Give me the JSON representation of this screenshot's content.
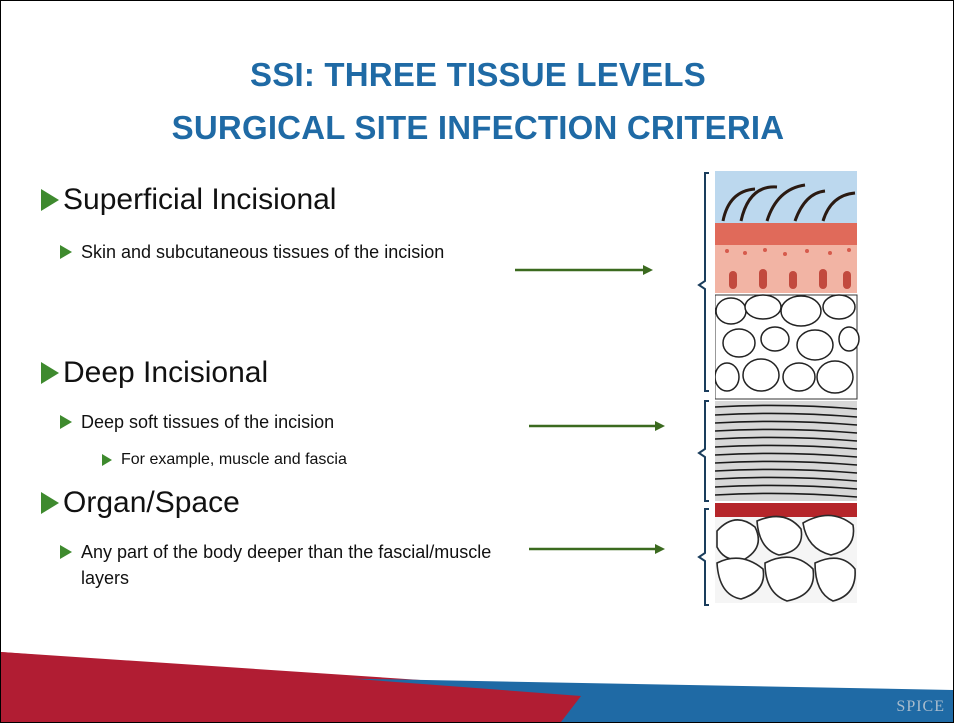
{
  "title": {
    "line1": "SSI: THREE TISSUE LEVELS",
    "line2": "SURGICAL SITE INFECTION CRITERIA"
  },
  "levels": [
    {
      "heading": "Superficial Incisional",
      "detail": "Skin and subcutaneous tissues of the incision"
    },
    {
      "heading": "Deep Incisional",
      "detail": "Deep soft tissues of the incision",
      "sub": "For example, muscle and fascia"
    },
    {
      "heading": "Organ/Space",
      "detail": "Any part of the body deeper than the fascial/muscle layers"
    }
  ],
  "logo": "SPICE",
  "colors": {
    "title": "#1f6aa5",
    "bullet": "#3e8a2e",
    "arrow": "#3b6a1f",
    "bracket": "#1a3d5c",
    "footer_red": "#b11d33",
    "footer_blue": "#1f6aa5"
  }
}
